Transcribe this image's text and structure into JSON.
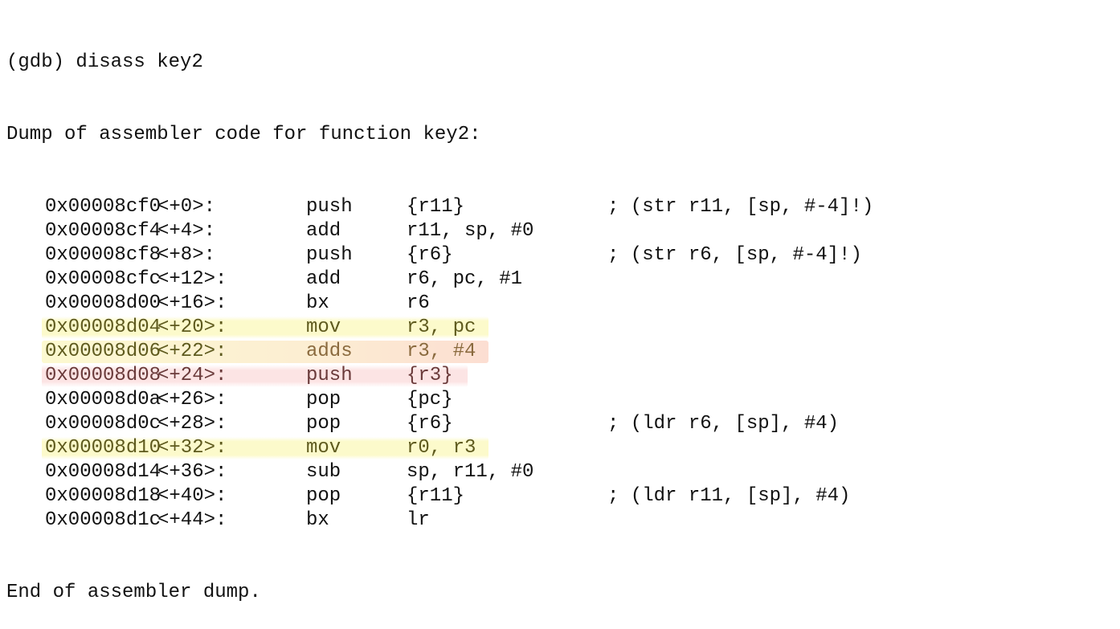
{
  "terminal": {
    "prompt_line": "(gdb) disass key2",
    "header_line": "Dump of assembler code for function key2:",
    "footer_line": "End of assembler dump.",
    "instructions": [
      {
        "addr": "0x00008cf0",
        "off": "<+0>:",
        "mn": "push",
        "op": "{r11}",
        "cm": "; (str r11, [sp, #-4]!)",
        "hl": ""
      },
      {
        "addr": "0x00008cf4",
        "off": "<+4>:",
        "mn": "add",
        "op": "r11, sp, #0",
        "cm": "",
        "hl": ""
      },
      {
        "addr": "0x00008cf8",
        "off": "<+8>:",
        "mn": "push",
        "op": "{r6}",
        "cm": "; (str r6, [sp, #-4]!)",
        "hl": ""
      },
      {
        "addr": "0x00008cfc",
        "off": "<+12>:",
        "mn": "add",
        "op": "r6, pc, #1",
        "cm": "",
        "hl": ""
      },
      {
        "addr": "0x00008d00",
        "off": "<+16>:",
        "mn": "bx",
        "op": "r6",
        "cm": "",
        "hl": ""
      },
      {
        "addr": "0x00008d04",
        "off": "<+20>:",
        "mn": "mov",
        "op": "r3, pc",
        "cm": "",
        "hl": "yellow"
      },
      {
        "addr": "0x00008d06",
        "off": "<+22>:",
        "mn": "adds",
        "op": "r3, #4",
        "cm": "",
        "hl": "orange"
      },
      {
        "addr": "0x00008d08",
        "off": "<+24>:",
        "mn": "push",
        "op": "{r3}",
        "cm": "",
        "hl": "pink"
      },
      {
        "addr": "0x00008d0a",
        "off": "<+26>:",
        "mn": "pop",
        "op": "{pc}",
        "cm": "",
        "hl": ""
      },
      {
        "addr": "0x00008d0c",
        "off": "<+28>:",
        "mn": "pop",
        "op": "{r6}",
        "cm": "; (ldr r6, [sp], #4)",
        "hl": ""
      },
      {
        "addr": "0x00008d10",
        "off": "<+32>:",
        "mn": "mov",
        "op": "r0, r3",
        "cm": "",
        "hl": "yellow"
      },
      {
        "addr": "0x00008d14",
        "off": "<+36>:",
        "mn": "sub",
        "op": "sp, r11, #0",
        "cm": "",
        "hl": ""
      },
      {
        "addr": "0x00008d18",
        "off": "<+40>:",
        "mn": "pop",
        "op": "{r11}",
        "cm": "; (ldr r11, [sp], #4)",
        "hl": ""
      },
      {
        "addr": "0x00008d1c",
        "off": "<+44>:",
        "mn": "bx",
        "op": "lr",
        "cm": "",
        "hl": ""
      }
    ]
  },
  "colors": {
    "background": "#ffffff",
    "text": "#111111",
    "highlight_yellow": "#faf6a0",
    "highlight_orange": "#fac8b4",
    "highlight_pink": "#facece"
  }
}
